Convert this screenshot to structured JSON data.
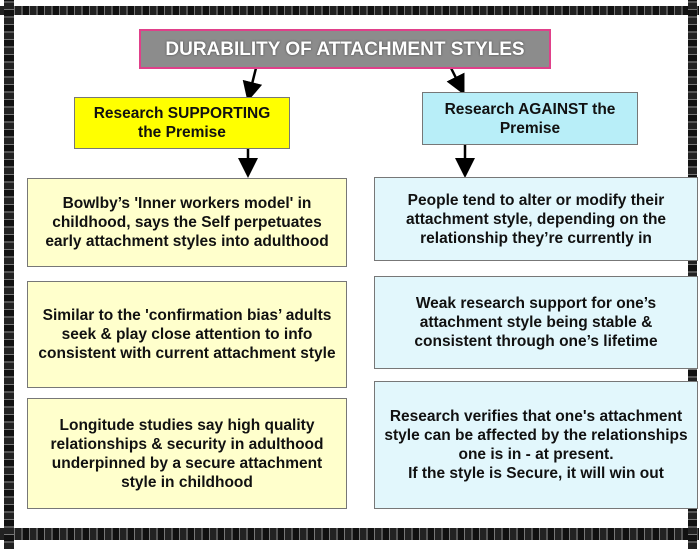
{
  "title": "DURABILITY OF ATTACHMENT STYLES",
  "supporting": {
    "header": "Research SUPPORTING the Premise",
    "items": [
      "Bowlby’s 'Inner workers model' in childhood, says the Self perpetuates early attachment styles into adulthood",
      "Similar to the 'confirmation bias’ adults seek & play close attention to info consistent with current attachment style",
      "Longitude studies say high quality relationships & security  in adulthood underpinned by a secure attachment style in childhood"
    ]
  },
  "against": {
    "header": "Research AGAINST the Premise",
    "items": [
      "People tend to alter or modify their attachment style, depending on the relationship they’re currently in",
      "Weak research support for one’s attachment style being stable & consistent through one’s lifetime",
      "Research verifies that one's attachment style can be affected by the relationships one is in - at present.",
      "If the style is Secure, it will win out"
    ]
  }
}
